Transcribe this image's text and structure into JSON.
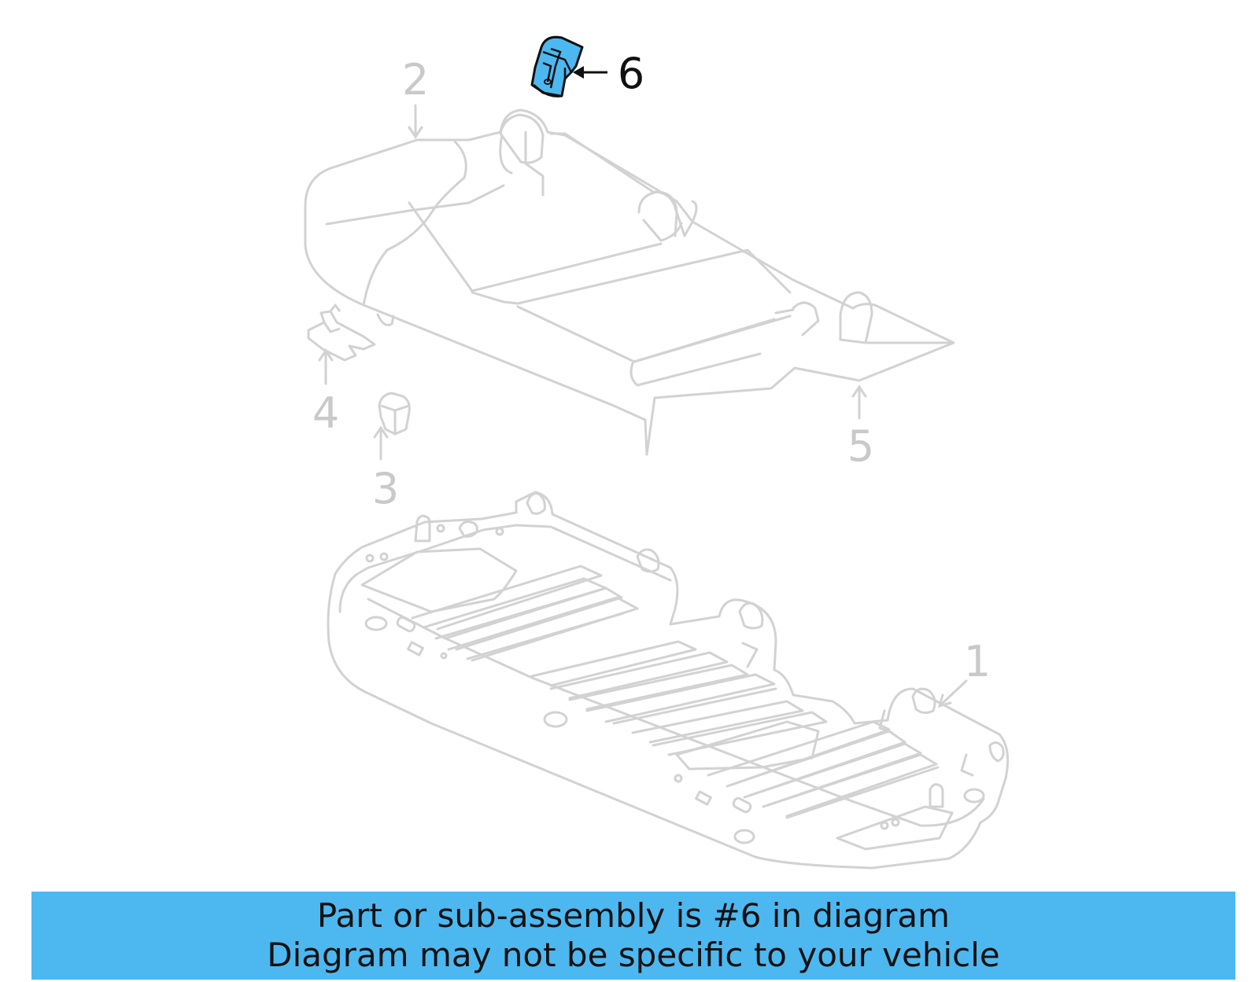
{
  "colors": {
    "ghost_line": "#d2d2d2",
    "ghost_label": "#c9c9c9",
    "highlight_part": "#4db8f0",
    "highlight_stroke": "#111111",
    "banner_bg": "#4db8f0",
    "banner_text": "#111111"
  },
  "callouts": {
    "part_1": "1",
    "part_2": "2",
    "part_3": "3",
    "part_4": "4",
    "part_5": "5",
    "part_6": "6"
  },
  "highlighted_part": "6",
  "banner": {
    "line1": "Part or sub-assembly is #6 in diagram",
    "line2": "Diagram may not be specific to your vehicle"
  }
}
